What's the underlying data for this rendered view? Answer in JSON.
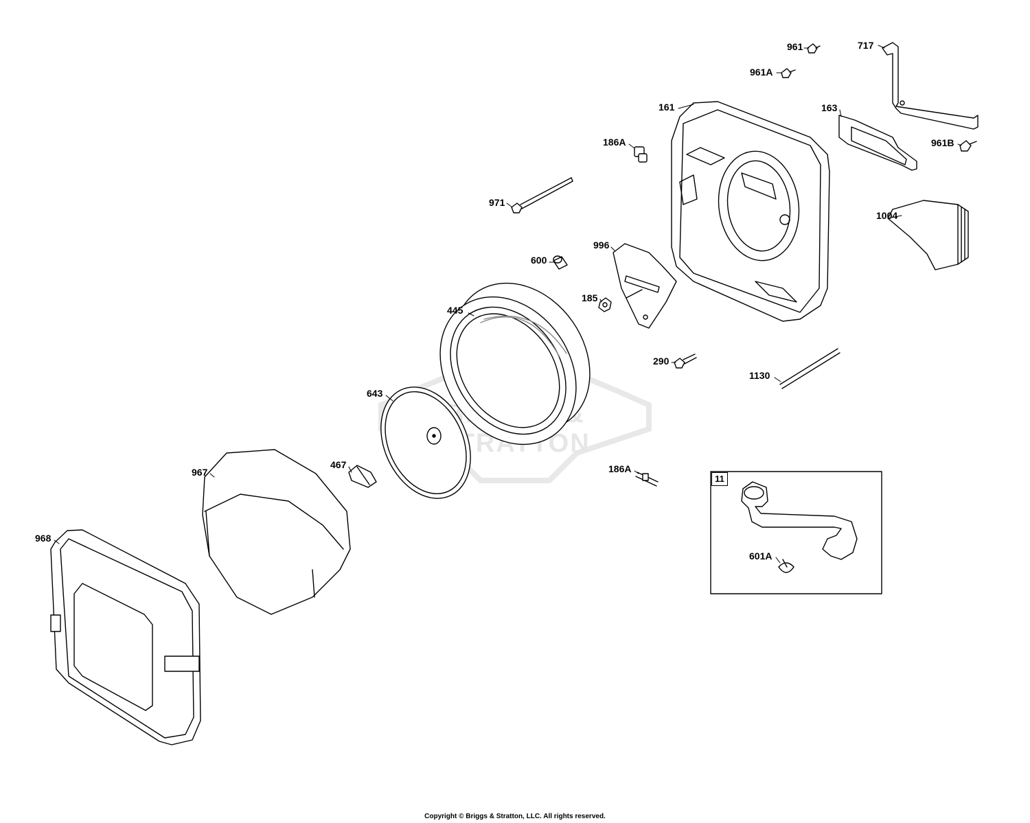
{
  "watermark": {
    "brand_text": "BRIGGS & STRATTON"
  },
  "inset": {
    "tag": "11"
  },
  "callouts": {
    "p961": "961",
    "p717": "717",
    "p961A": "961A",
    "p161": "161",
    "p163": "163",
    "p186A_top": "186A",
    "p961B": "961B",
    "p971": "971",
    "p1004": "1004",
    "p996": "996",
    "p600": "600",
    "p185": "185",
    "p445": "445",
    "p290": "290",
    "p1130": "1130",
    "p643": "643",
    "p186A_bottom": "186A",
    "p967": "967",
    "p467": "467",
    "p968": "968",
    "p601A": "601A"
  },
  "footer": {
    "copyright": "Copyright © Briggs & Stratton, LLC. All rights reserved."
  }
}
